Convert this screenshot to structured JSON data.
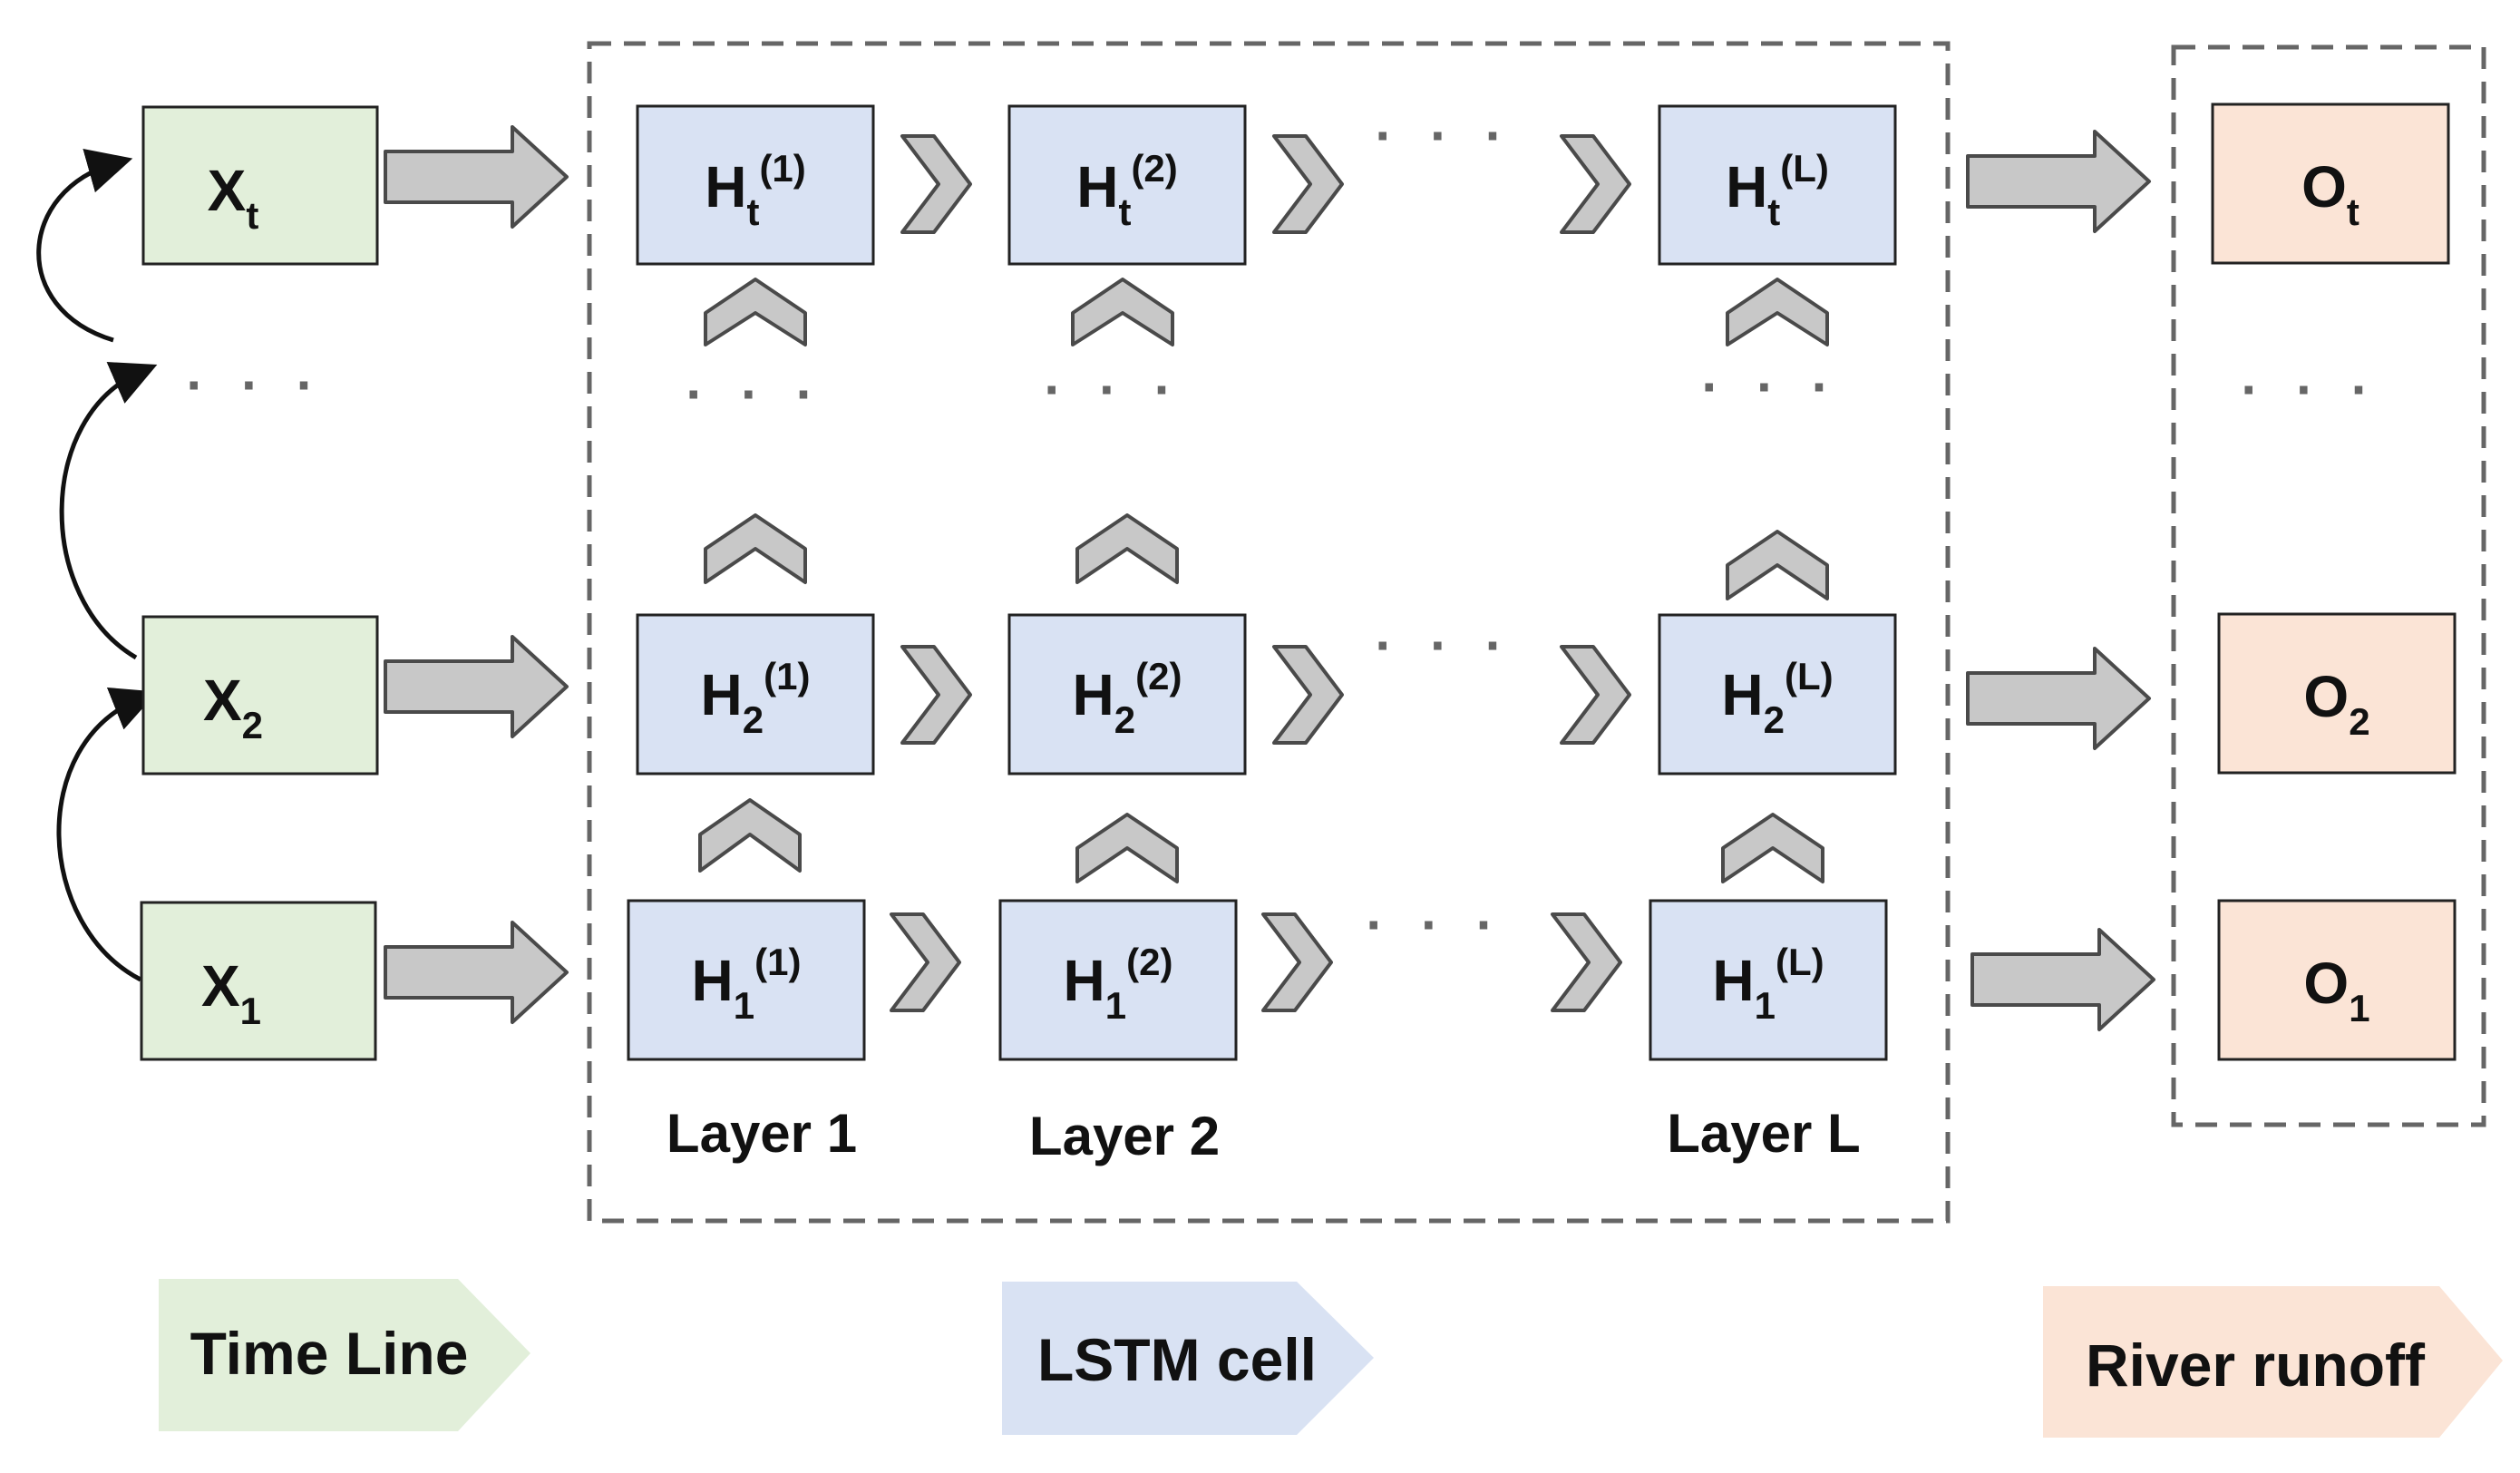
{
  "inputs": [
    {
      "base": "X",
      "sub": "t"
    },
    {
      "base": "X",
      "sub": "2"
    },
    {
      "base": "X",
      "sub": "1"
    }
  ],
  "cells": [
    [
      {
        "base": "H",
        "sub": "t",
        "sup": "(1)"
      },
      {
        "base": "H",
        "sub": "t",
        "sup": "(2)"
      },
      {
        "base": "H",
        "sub": "t",
        "sup": "(L)"
      }
    ],
    [
      {
        "base": "H",
        "sub": "2",
        "sup": "(1)"
      },
      {
        "base": "H",
        "sub": "2",
        "sup": "(2)"
      },
      {
        "base": "H",
        "sub": "2",
        "sup": "(L)"
      }
    ],
    [
      {
        "base": "H",
        "sub": "1",
        "sup": "(1)"
      },
      {
        "base": "H",
        "sub": "1",
        "sup": "(2)"
      },
      {
        "base": "H",
        "sub": "1",
        "sup": "(L)"
      }
    ]
  ],
  "outputs": [
    {
      "base": "O",
      "sub": "t"
    },
    {
      "base": "O",
      "sub": "2"
    },
    {
      "base": "O",
      "sub": "1"
    }
  ],
  "layer_labels": [
    "Layer 1",
    "Layer 2",
    "Layer L"
  ],
  "ellipsis": "· · ·",
  "legend": {
    "timeline": "Time Line",
    "lstm": "LSTM cell",
    "runoff": "River runoff"
  },
  "colors": {
    "input_fill": "#e2efda",
    "cell_fill": "#d9e2f3",
    "output_fill": "#fbe4d6",
    "arrow_fill": "#c8c8c8",
    "arrow_stroke": "#4a4a4a",
    "border": "#222222",
    "dash": "#666666"
  }
}
